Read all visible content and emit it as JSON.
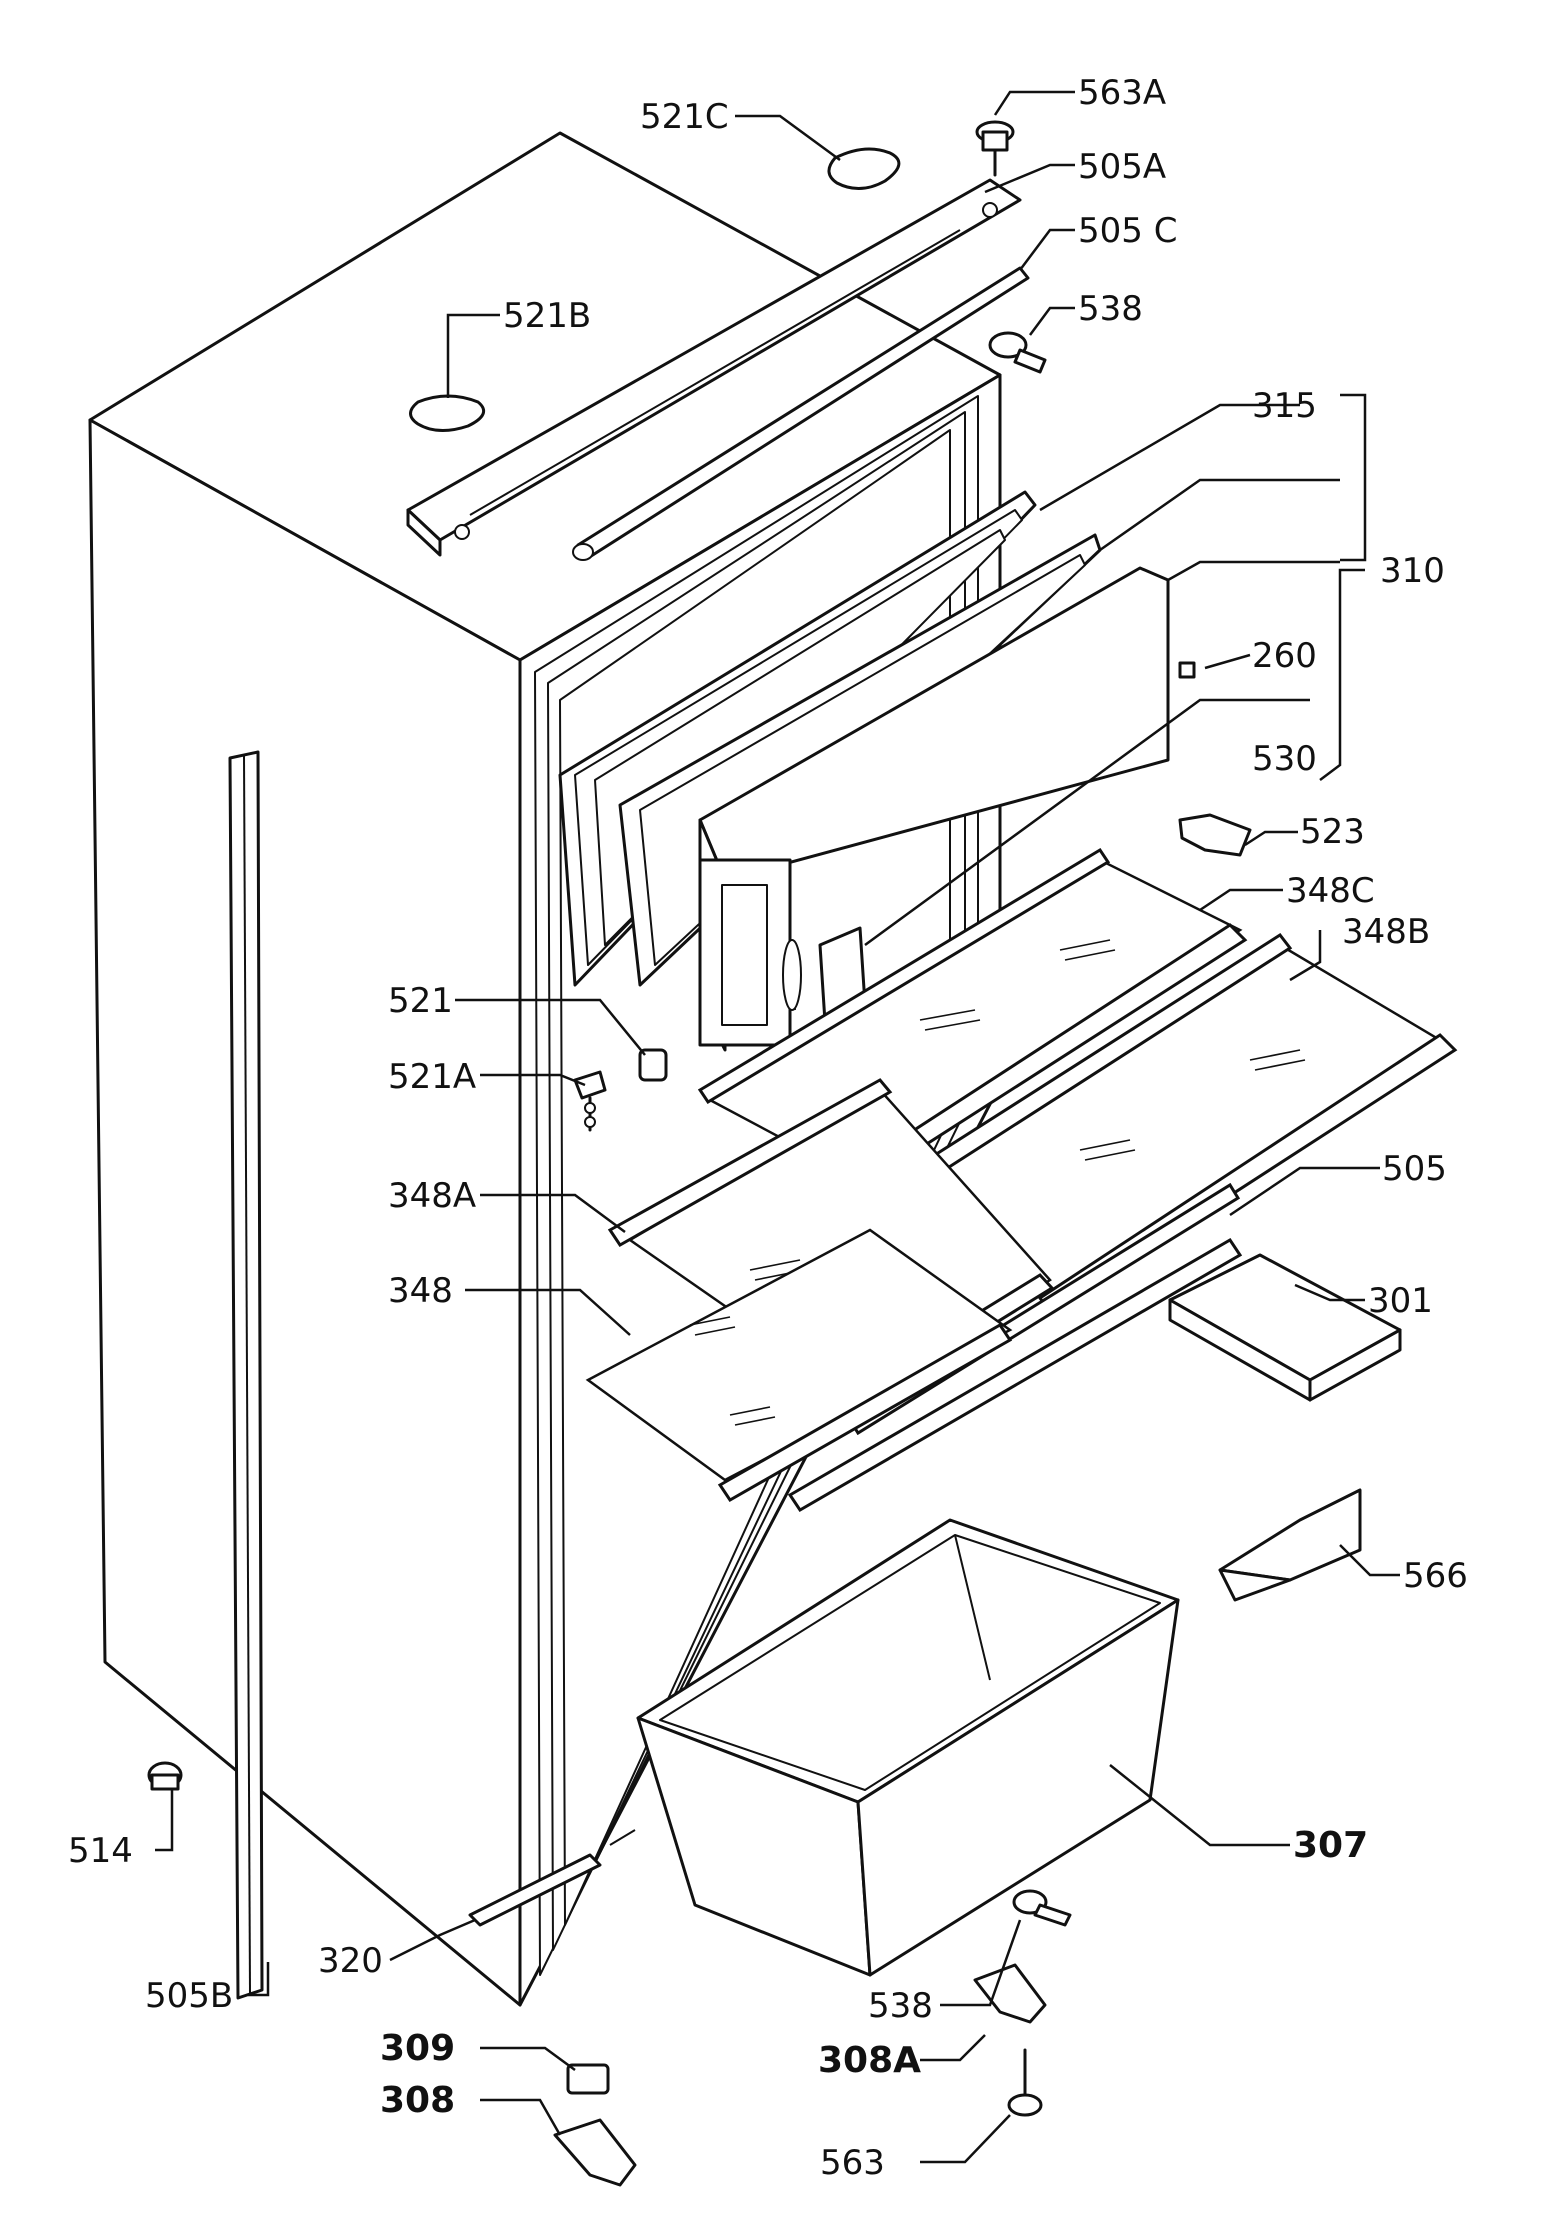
{
  "diagram": {
    "labels": {
      "l563A": "563A",
      "l521C": "521C",
      "l505A": "505A",
      "l505C": "505 C",
      "l521B": "521B",
      "l538top": "538",
      "l315": "315",
      "l310": "310",
      "l260": "260",
      "l530": "530",
      "l523": "523",
      "l348C": "348C",
      "l348B": "348B",
      "l521": "521",
      "l521A": "521A",
      "l348A": "348A",
      "l505": "505",
      "l348": "348",
      "l301": "301",
      "l566": "566",
      "l307": "307",
      "l514": "514",
      "l320": "320",
      "l505B": "505B",
      "l538bot": "538",
      "l309": "309",
      "l308": "308",
      "l308A": "308A",
      "l563": "563"
    }
  }
}
